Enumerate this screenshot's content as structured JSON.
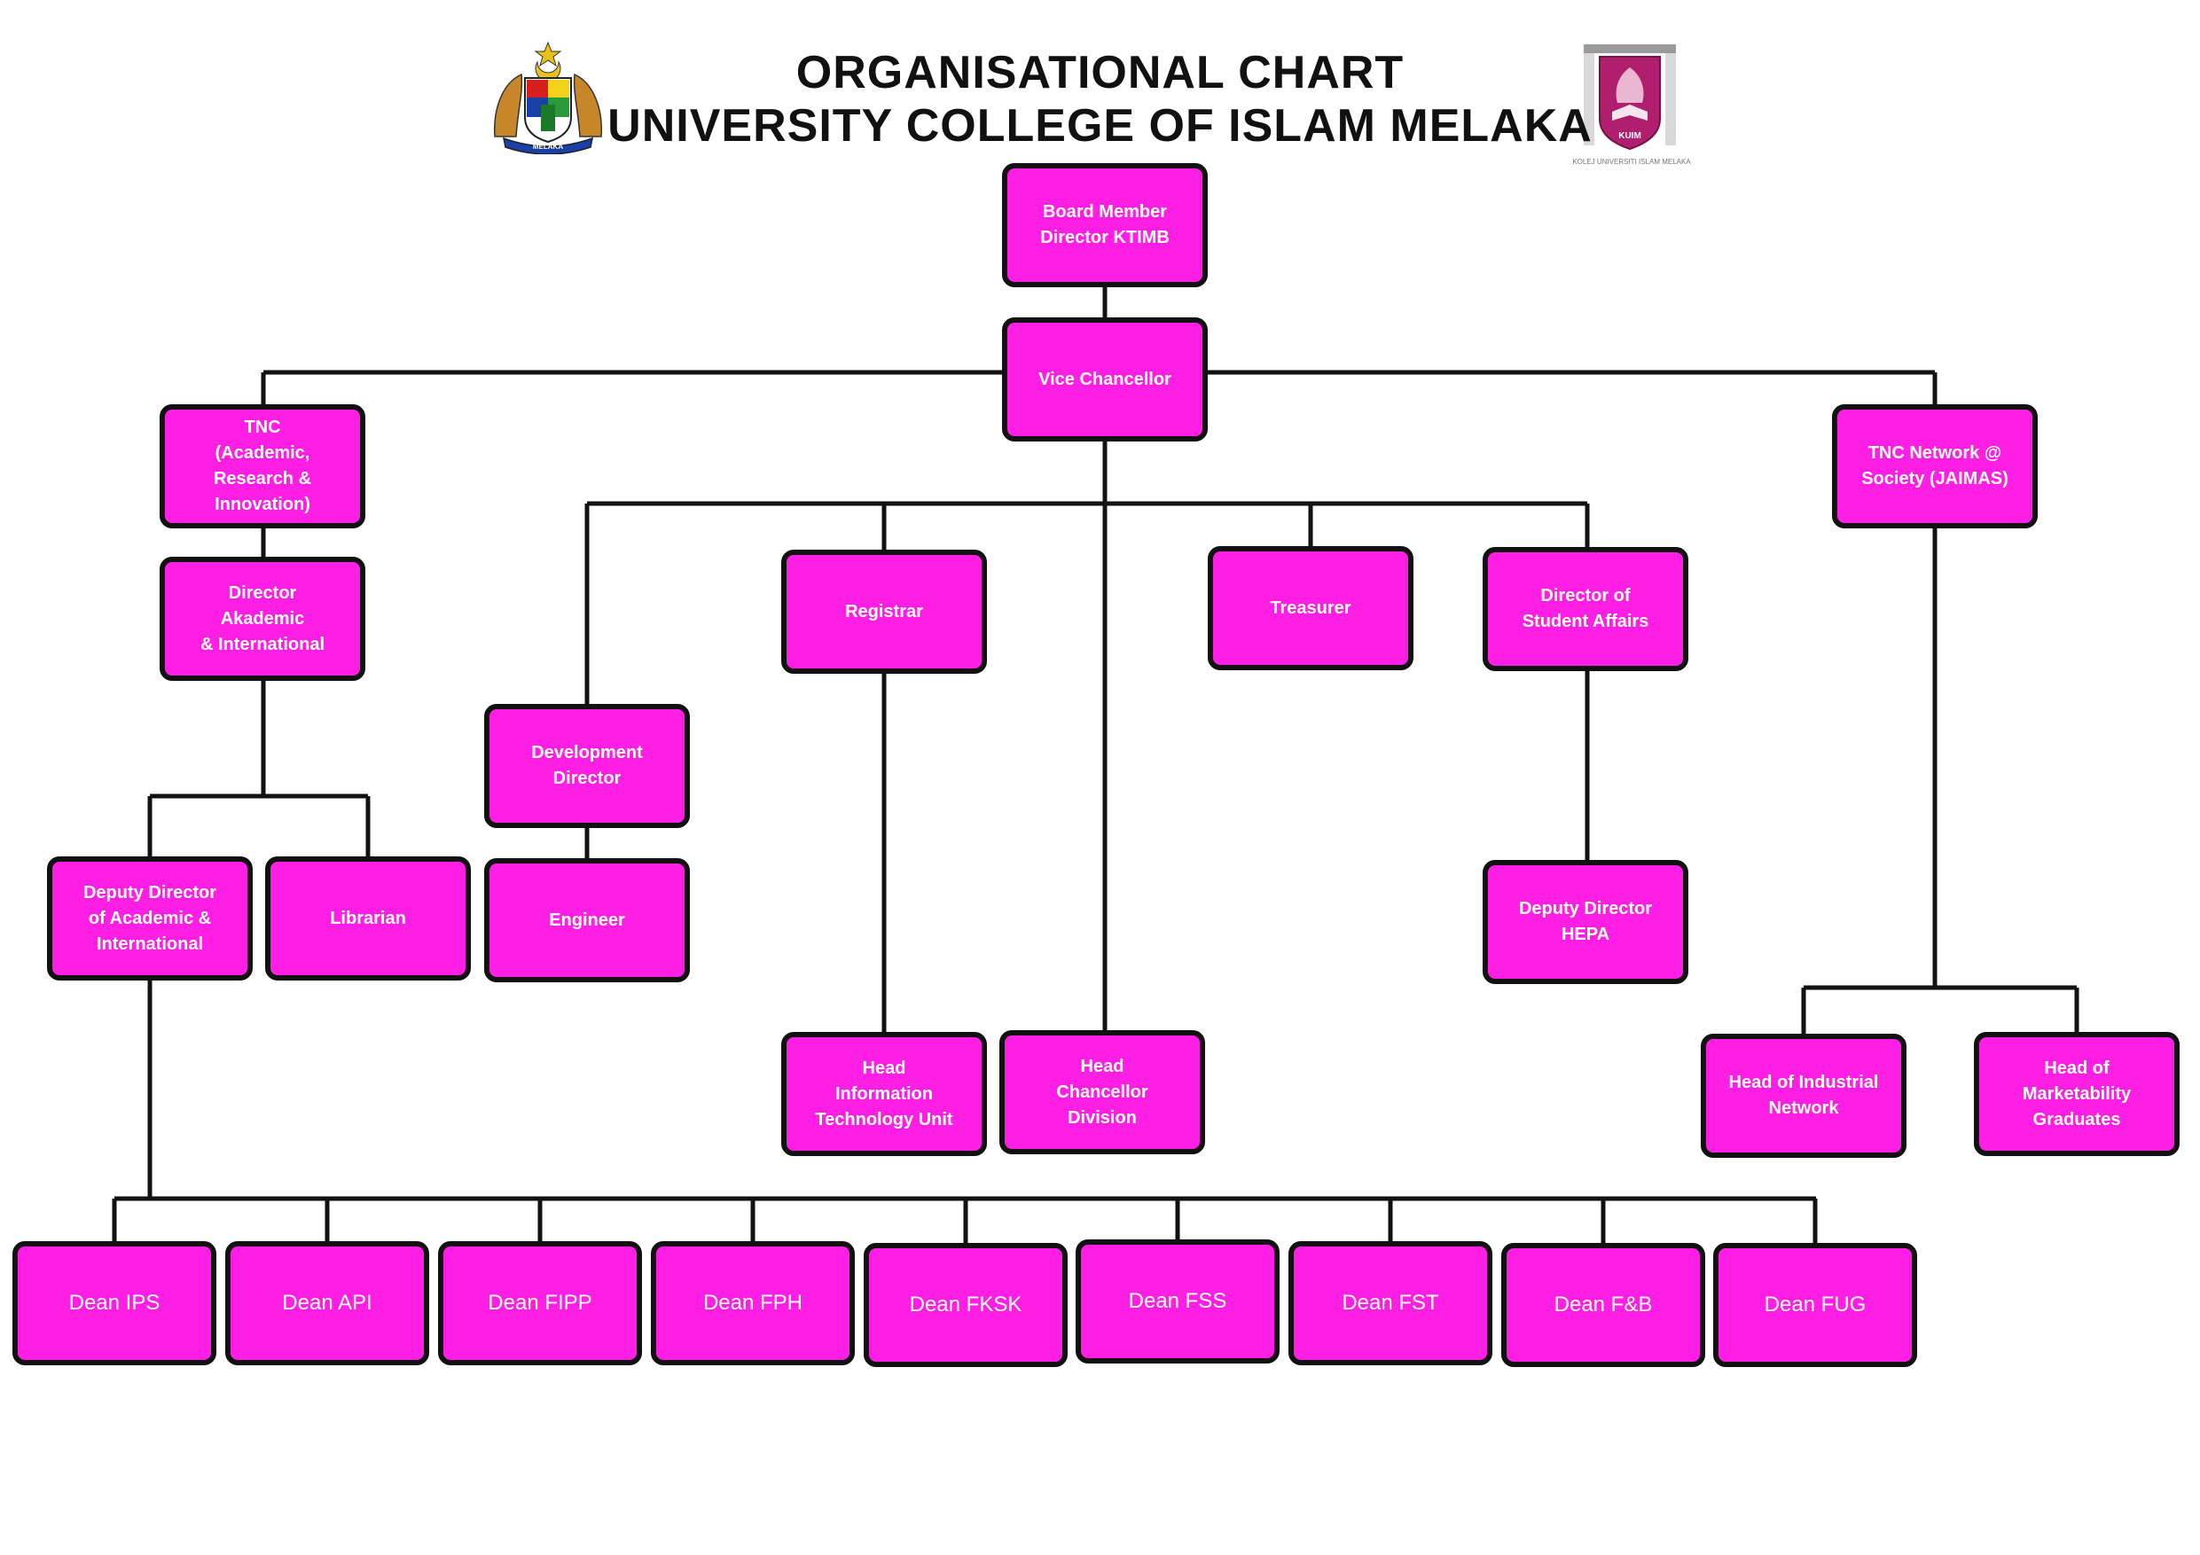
{
  "title": {
    "line1": "ORGANISATIONAL CHART",
    "line2": "UNIVERSITY COLLEGE OF ISLAM MELAKA"
  },
  "logos": {
    "left": {
      "name": "melaka-state-crest",
      "text": "MELAKA"
    },
    "right": {
      "name": "kuim-crest",
      "text": "KOLEJ UNIVERSITI ISLAM MELAKA",
      "abbr": "KUIM"
    }
  },
  "colors": {
    "box_fill": "#ff1fe4",
    "border": "#111111",
    "text": "#ffffff"
  },
  "nodes": {
    "board": "Board Member\nDirector KTIMB",
    "vc": "Vice Chancellor",
    "tnc_acad": "TNC\n(Academic,\nResearch &\nInnovation)",
    "tnc_network": "TNC Network @\nSociety (JAIMAS)",
    "dir_akademik": "Director\nAkademic\n& International",
    "registrar": "Registrar",
    "treasurer": "Treasurer",
    "dir_student": "Director of\nStudent Affairs",
    "dev_director": "Development\nDirector",
    "engineer": "Engineer",
    "deputy_acad": "Deputy Director\nof Academic &\nInternational",
    "librarian": "Librarian",
    "deputy_hepa": "Deputy Director\nHEPA",
    "head_it": "Head\nInformation\nTechnology Unit",
    "head_chancellor": "Head\nChancellor\nDivision",
    "head_industrial": "Head of Industrial\nNetwork",
    "head_market": "Head of\nMarketability\nGraduates",
    "dean_ips": "Dean IPS",
    "dean_api": "Dean API",
    "dean_fipp": "Dean FIPP",
    "dean_fph": "Dean FPH",
    "dean_fksk": "Dean FKSK",
    "dean_fss": "Dean FSS",
    "dean_fst": "Dean FST",
    "dean_fb": "Dean F&B",
    "dean_fug": "Dean FUG"
  }
}
